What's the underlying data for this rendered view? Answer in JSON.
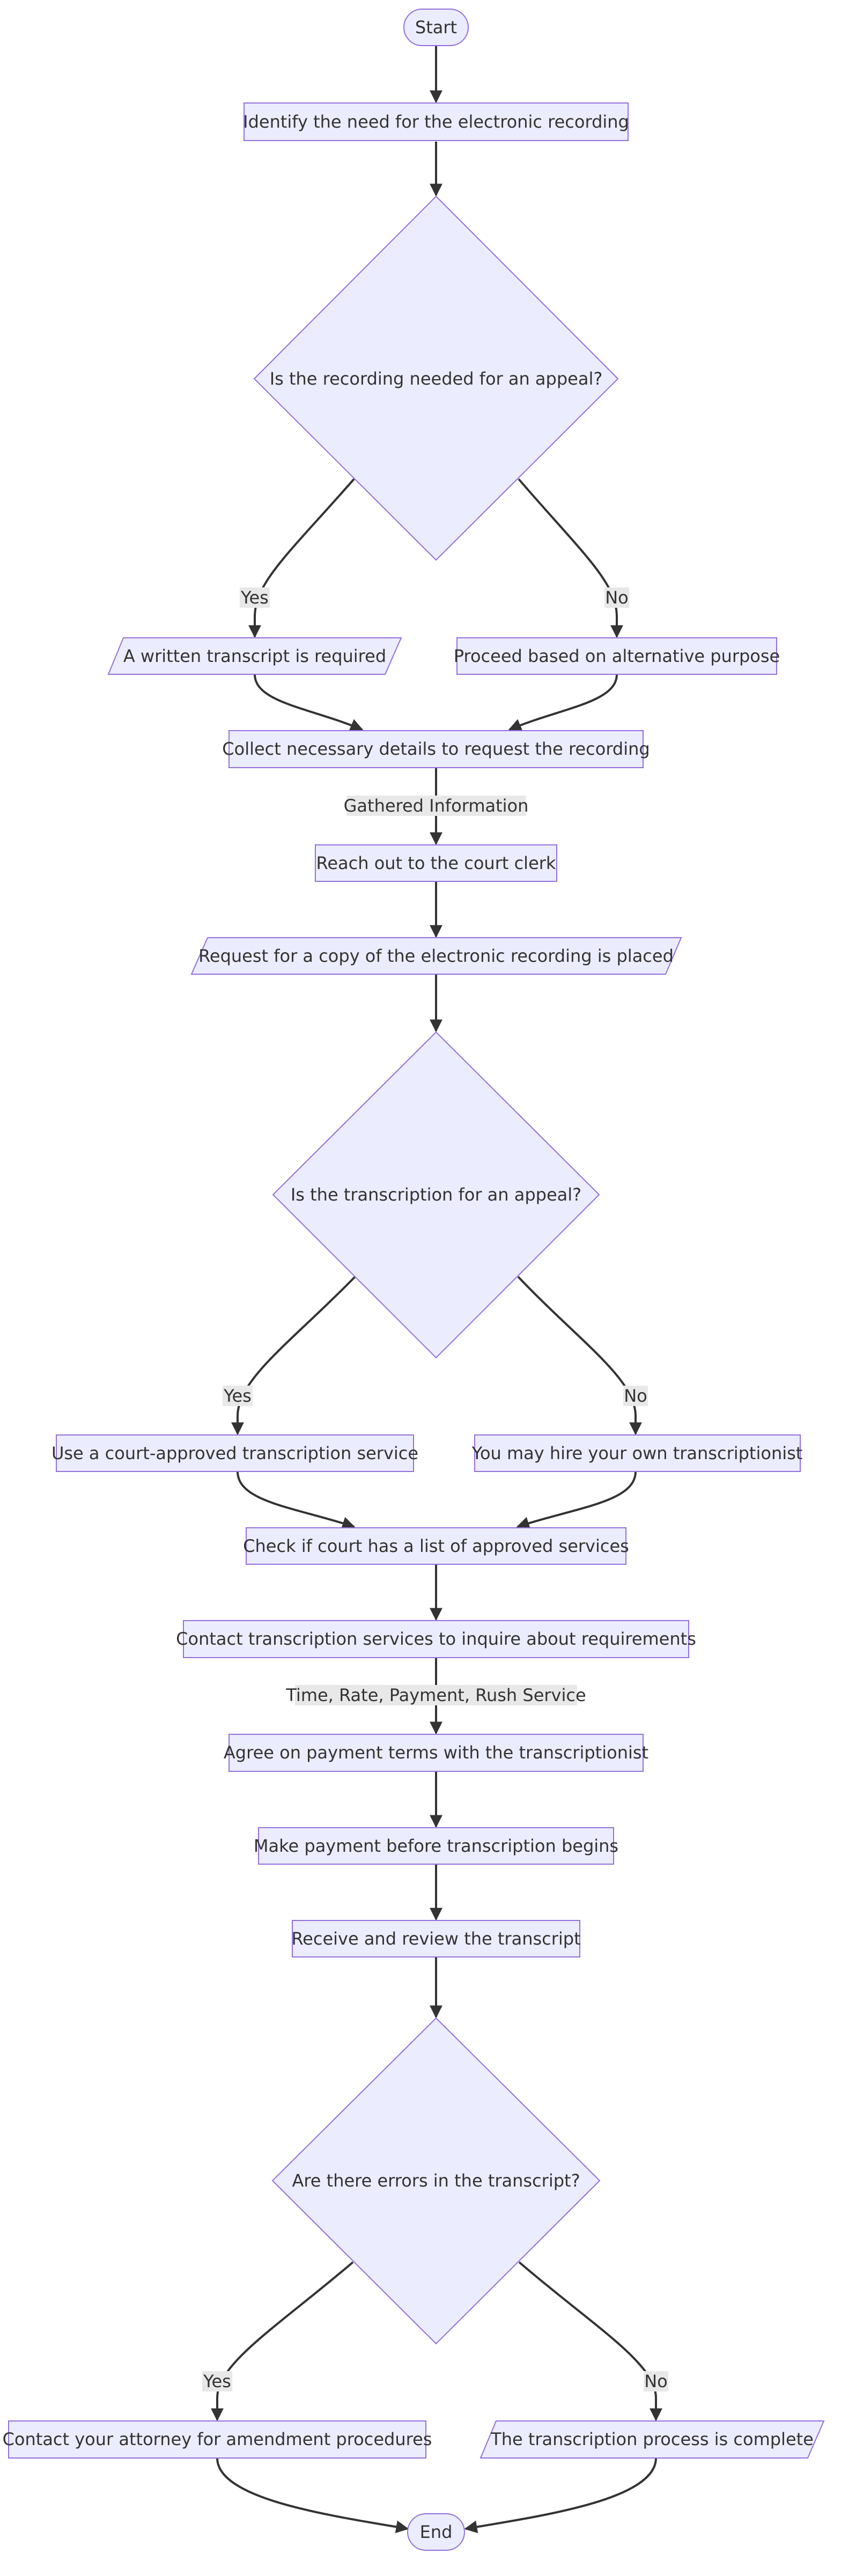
{
  "nodes": {
    "start": "Start",
    "identify": "Identify the need for the electronic recording",
    "decision_appeal": "Is the recording needed for an appeal?",
    "written_required": "A written transcript is required",
    "alternative": "Proceed based on alternative purpose",
    "collect": "Collect necessary details to request the recording",
    "reach_clerk": "Reach out to the court clerk",
    "request_copy": "Request for a copy of the electronic recording is placed",
    "decision_transcription": "Is the transcription for an appeal?",
    "court_approved": "Use a court-approved transcription service",
    "own_transcriptionist": "You may hire your own transcriptionist",
    "check_list": "Check if court has a list of approved services",
    "contact_services": "Contact transcription services to inquire about requirements",
    "agree_terms": "Agree on payment terms with the transcriptionist",
    "make_payment": "Make payment before transcription begins",
    "receive_review": "Receive and review the transcript",
    "decision_errors": "Are there errors in the transcript?",
    "contact_attorney": "Contact your attorney for amendment procedures",
    "complete": "The transcription process is complete",
    "end": "End"
  },
  "edge_labels": {
    "yes_1": "Yes",
    "no_1": "No",
    "gathered": "Gathered Information",
    "yes_2": "Yes",
    "no_2": "No",
    "requirements": "Time, Rate, Payment, Rush Service",
    "yes_3": "Yes",
    "no_3": "No"
  },
  "colors": {
    "node_fill": "#ececff",
    "node_stroke": "#9370db",
    "edge": "#333333",
    "label_bg": "#e8e8e8"
  }
}
